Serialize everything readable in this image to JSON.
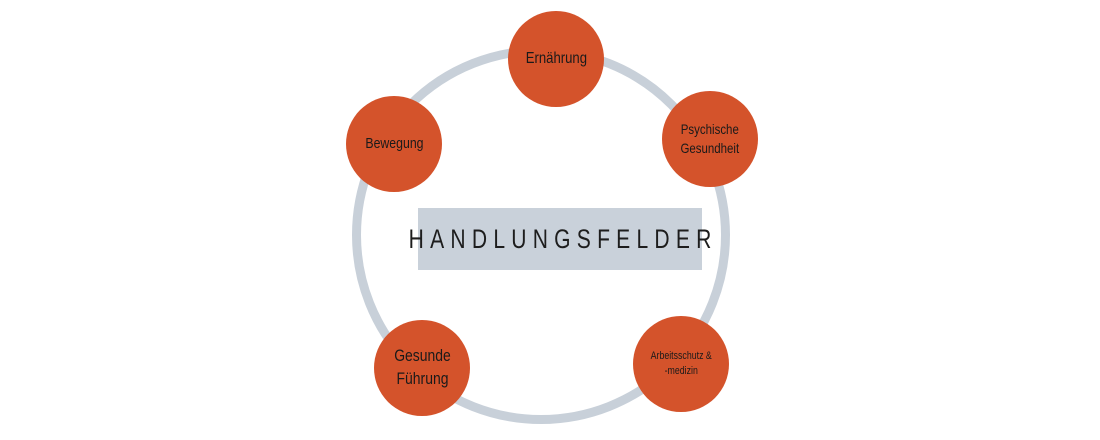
{
  "diagram": {
    "center_label": "HANDLUNGSFELDER",
    "nodes": [
      {
        "id": "ernaehrung",
        "label": "Ernährung"
      },
      {
        "id": "psychische-gesundheit",
        "label": "Psychische\nGesundheit"
      },
      {
        "id": "arbeitsschutz",
        "label": "Arbeitsschutz &\n-medizin"
      },
      {
        "id": "gesunde-fuehrung",
        "label": "Gesunde\nFührung"
      },
      {
        "id": "bewegung",
        "label": "Bewegung"
      }
    ]
  },
  "colors": {
    "node_fill": "#d4532b",
    "ring": "#c8d0d9",
    "center_box": "#c9d1da",
    "text": "#1a1a1a"
  }
}
